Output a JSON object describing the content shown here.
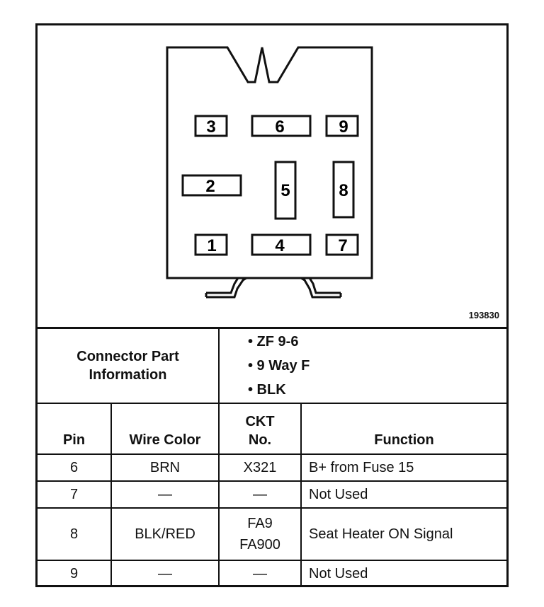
{
  "diagram": {
    "drawing_id": "193830",
    "pins": [
      "1",
      "2",
      "3",
      "4",
      "5",
      "6",
      "7",
      "8",
      "9"
    ]
  },
  "connector_info": {
    "label_line1": "Connector Part",
    "label_line2": "Information",
    "items": [
      "• ZF 9-6",
      "• 9 Way F",
      "• BLK"
    ]
  },
  "table": {
    "headers": {
      "pin": "Pin",
      "wire_color": "Wire Color",
      "ckt_line1": "CKT",
      "ckt_line2": "No.",
      "function": "Function"
    },
    "rows": [
      {
        "pin": "6",
        "wire_color": "BRN",
        "ckt_line1": "X321",
        "ckt_line2": "",
        "function": "B+ from Fuse 15"
      },
      {
        "pin": "7",
        "wire_color": "—",
        "ckt_line1": "—",
        "ckt_line2": "",
        "function": "Not Used"
      },
      {
        "pin": "8",
        "wire_color": "BLK/RED",
        "ckt_line1": "FA9",
        "ckt_line2": "FA900",
        "function": "Seat Heater ON Signal"
      },
      {
        "pin": "9",
        "wire_color": "—",
        "ckt_line1": "—",
        "ckt_line2": "",
        "function": "Not Used"
      }
    ]
  }
}
